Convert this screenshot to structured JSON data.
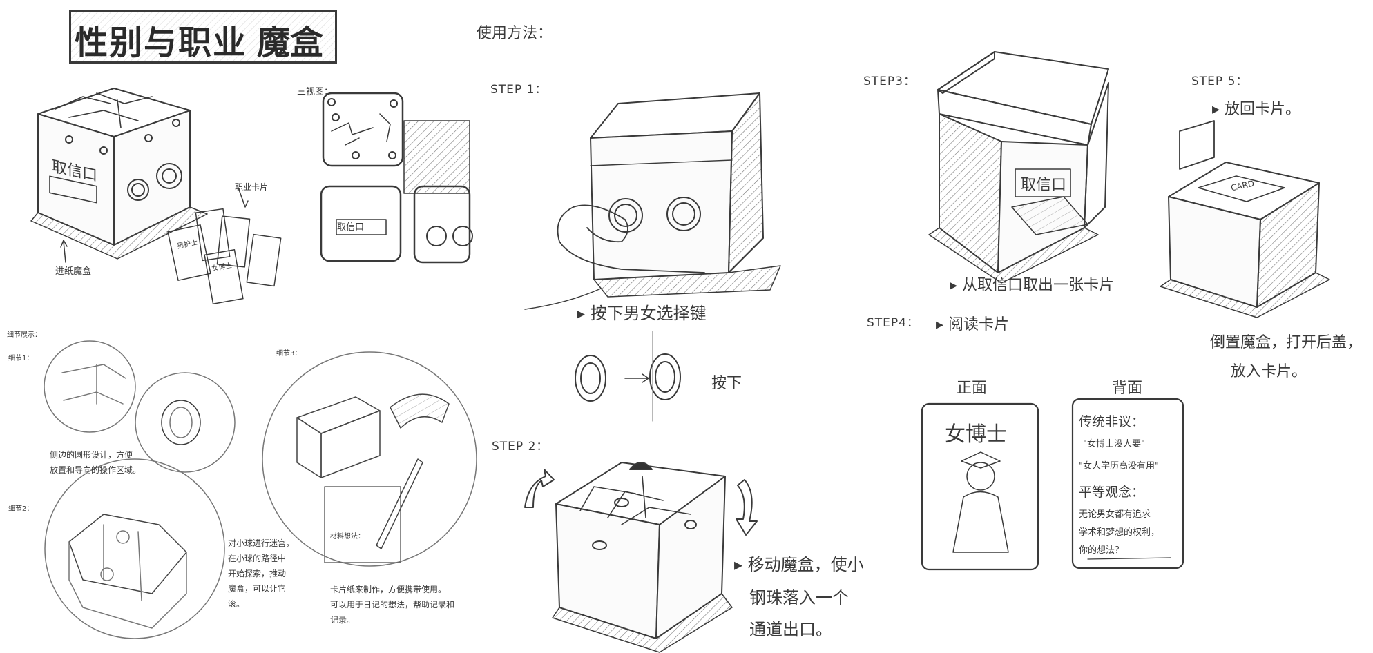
{
  "title": {
    "part1": "性别与职业",
    "part2": "魔盒"
  },
  "left": {
    "three_view_label": "三视图：",
    "box_label": "取信口",
    "entry_label": "进纸魔盒",
    "card_label": "职业卡片",
    "detail_label": "细节展示：",
    "detail1_label": "细节1：",
    "detail1_caption": [
      "侧边的圆形设计，方便",
      "放置和导向的操作区域。"
    ],
    "detail2_label": "细节2：",
    "detail2_caption": [
      "对小球进行迷宫，",
      "在小球的路径中",
      "开始探索，推动",
      "魔盒，可以让它",
      "滚。"
    ],
    "detail3_label": "细节3：",
    "detail3_inner": "材料想法：",
    "detail3_caption": [
      "卡片纸来制作，方便携带使用。",
      "可以用于日记的想法，帮助记录和",
      "记录。"
    ],
    "mini_cards": [
      "男护士",
      "女博士"
    ]
  },
  "middle": {
    "usage": "使用方法：",
    "step1": "STEP 1：",
    "step1_text": "▸ 按下男女选择键",
    "press": "按下",
    "step2": "STEP 2：",
    "step2_text": [
      "▸ 移动魔盒，使小",
      "钢珠落入一个",
      "通道出口。"
    ]
  },
  "right": {
    "step3": "STEP3：",
    "step3_box": "取信口",
    "step3_text": "▸ 从取信口取出一张卡片",
    "step4": "STEP4：",
    "step4_text": "▸ 阅读卡片",
    "step5": "STEP 5：",
    "step5_text": "▸ 放回卡片。",
    "step5_card": "CARD",
    "step5_note": [
      "倒置魔盒，打开后盖，",
      "放入卡片。"
    ],
    "front_label": "正面",
    "back_label": "背面",
    "card_title": "女博士",
    "back_text": [
      "传统非议：",
      "\"女博士没人要\"",
      "\"女人学历高没有用\"",
      "平等观念：",
      "无论男女都有追求",
      "学术和梦想的权利，",
      "你的想法？"
    ]
  }
}
